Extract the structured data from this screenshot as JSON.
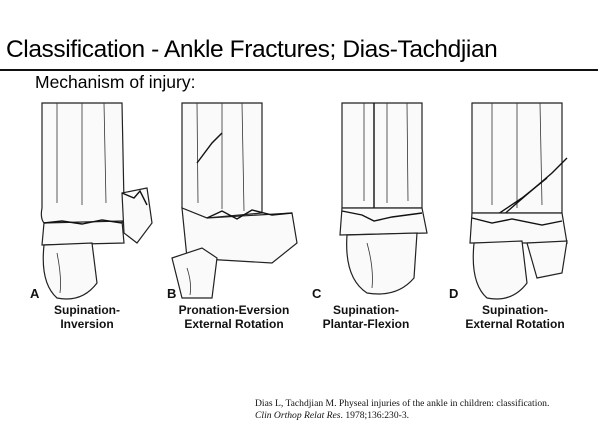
{
  "title": "Classification - Ankle Fractures; Dias-Tachdjian",
  "subtitle": "Mechanism of injury:",
  "panels": [
    {
      "letter": "A",
      "caption_line1": "Supination-",
      "caption_line2": "Inversion"
    },
    {
      "letter": "B",
      "caption_line1": "Pronation-Eversion",
      "caption_line2": "External Rotation"
    },
    {
      "letter": "C",
      "caption_line1": "Supination-",
      "caption_line2": "Plantar-Flexion"
    },
    {
      "letter": "D",
      "caption_line1": "Supination-",
      "caption_line2": "External Rotation"
    }
  ],
  "citation": {
    "text_before": "Dias L, Tachdjian M. Physeal injuries of the ankle in children: classification. ",
    "journal": "Clin Orthop Relat Res",
    "text_after": ". 1978;136:230-3."
  }
}
